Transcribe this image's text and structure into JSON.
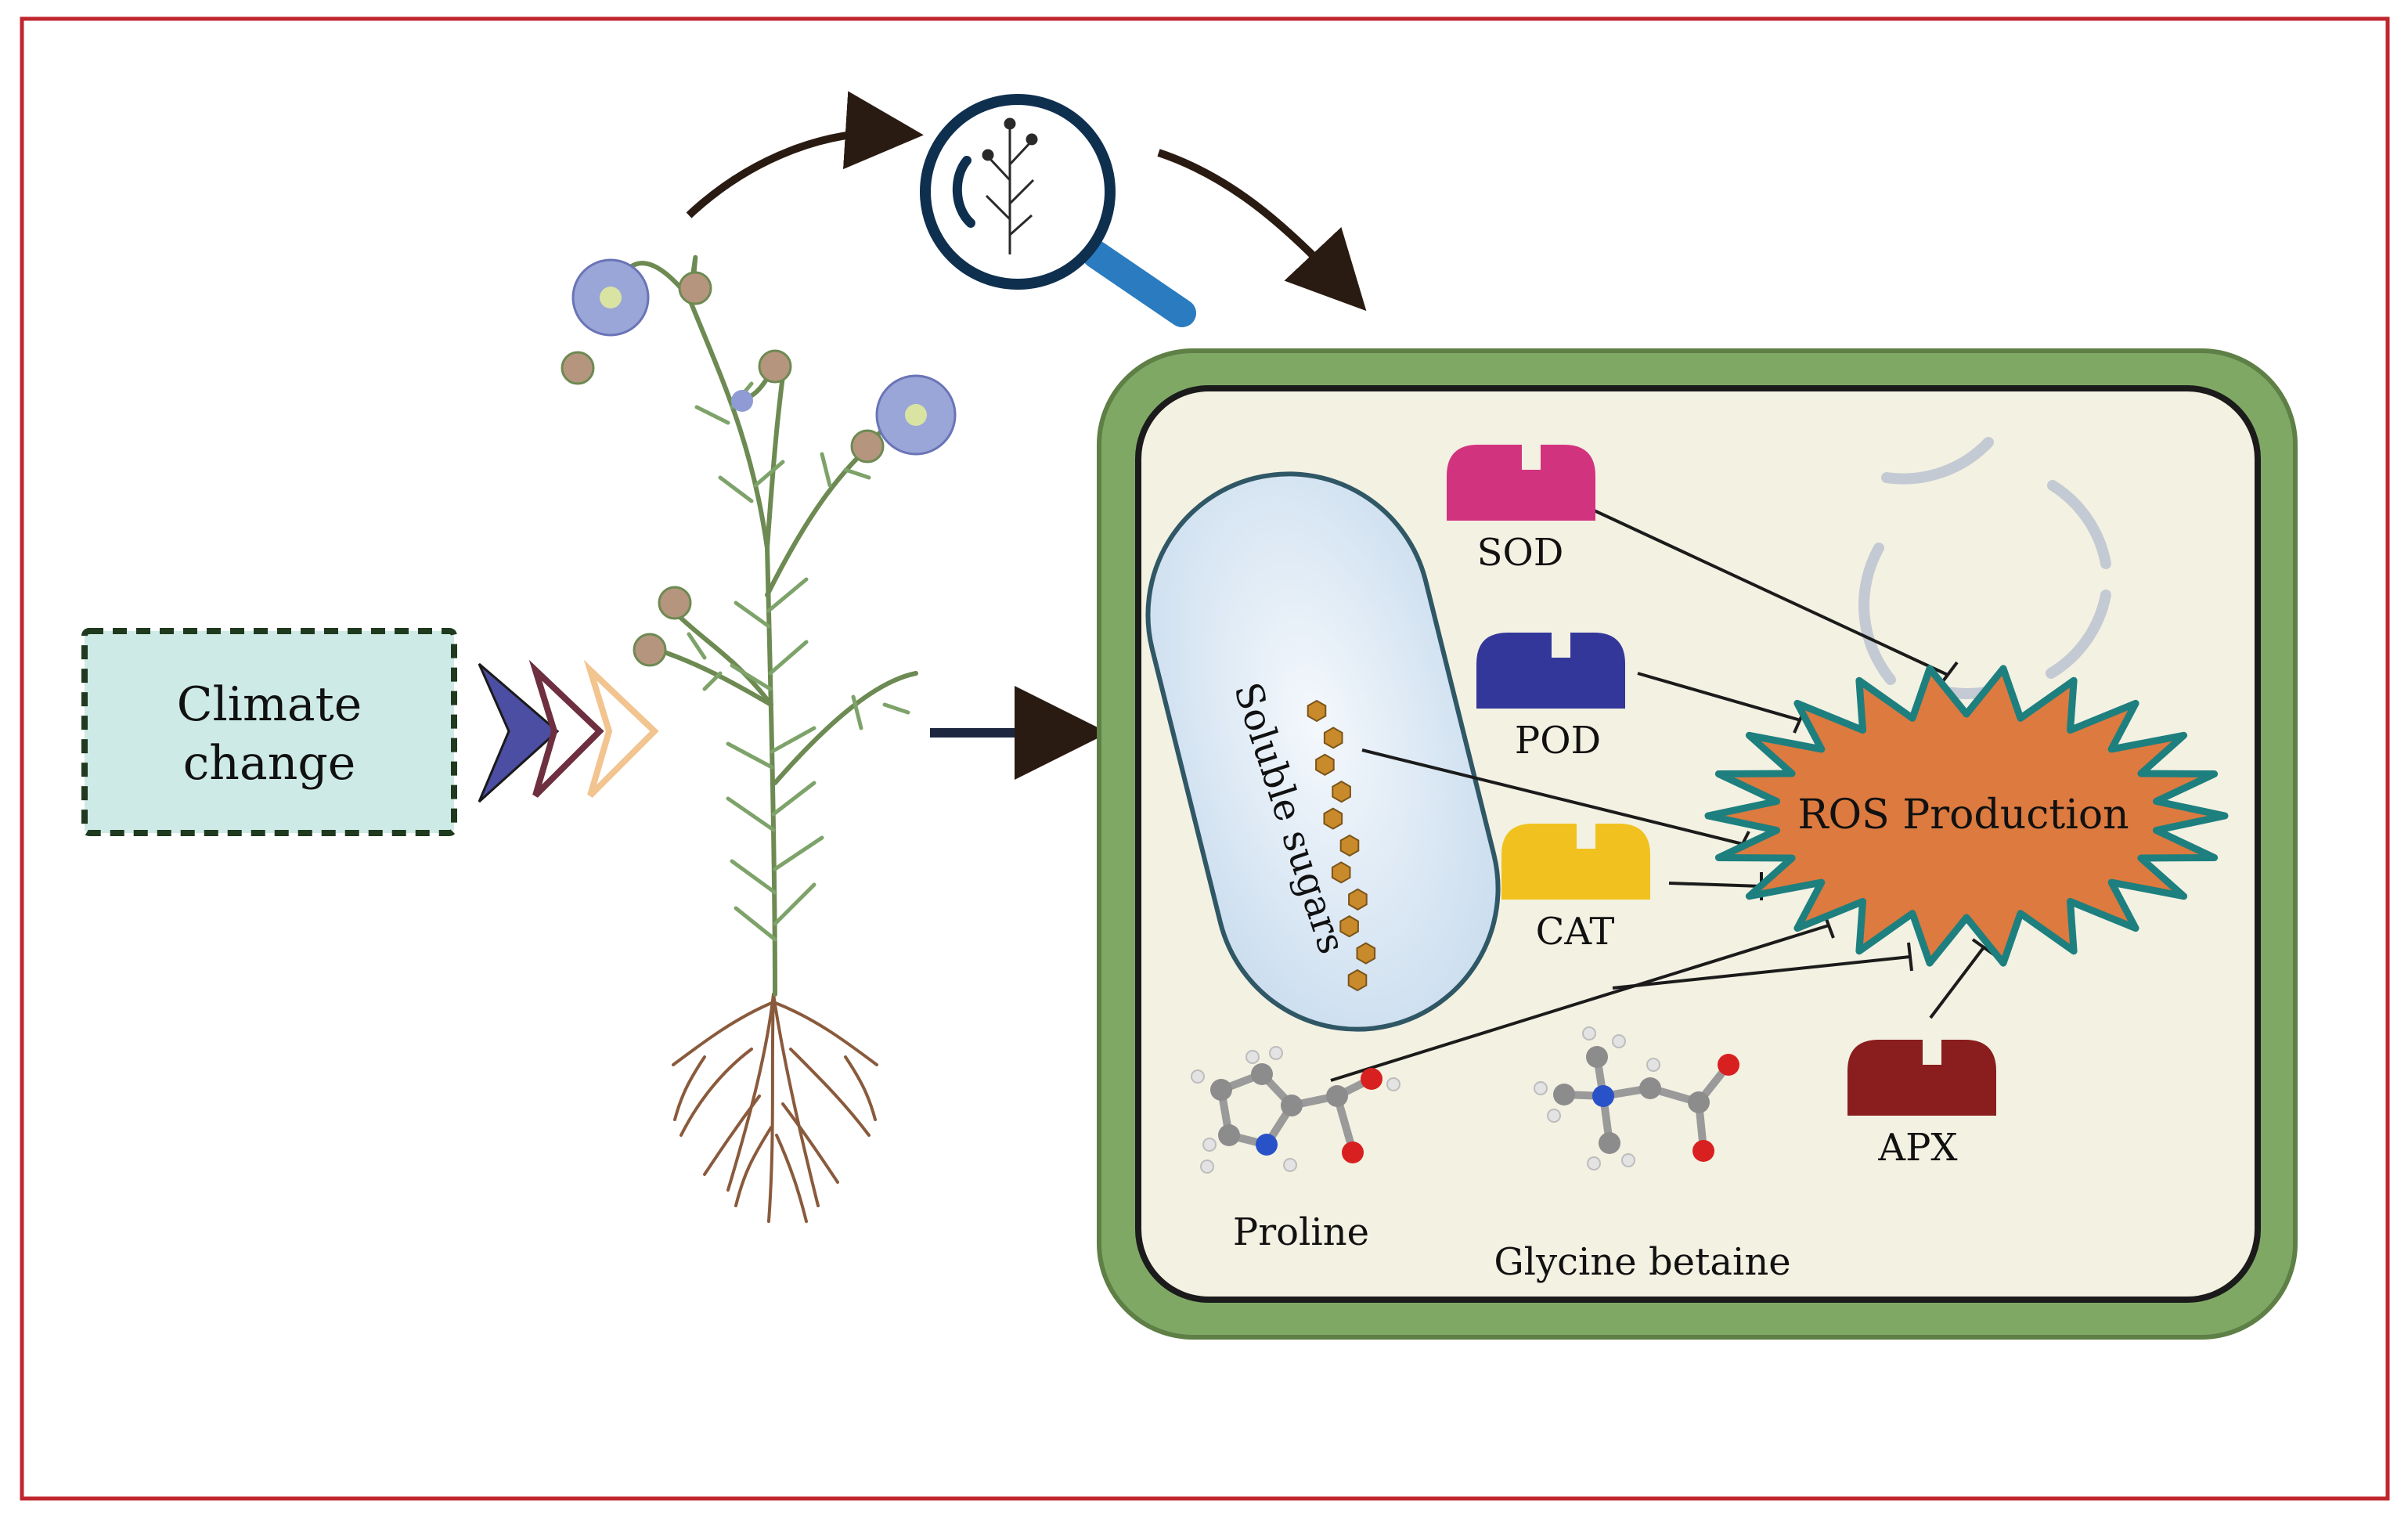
{
  "labels": {
    "climate": [
      "Climate",
      "change"
    ],
    "sod": "SOD",
    "pod": "POD",
    "cat": "CAT",
    "apx": "APX",
    "ros": "ROS Production",
    "sugars": "Soluble sugars",
    "proline": "Proline",
    "glycine": "Glycine betaine"
  },
  "colors": {
    "frame": "#c0262d",
    "climate_fill": "#cdeae6",
    "cell_wall": "#7fa865",
    "cytoplasm": "#f3f1e2",
    "sod": "#d2337f",
    "pod": "#33379a",
    "cat": "#f1c21f",
    "apx": "#8a1d1d",
    "ros_fill": "#dc7a3f",
    "ros_edge": "#1e7f7f",
    "vacuole": "#dbe9f4",
    "sugar_bead": "#c98a2c",
    "chevrons": [
      "#4b4ea3",
      "#6e2f40",
      "#f2c48f"
    ]
  },
  "icons": [
    "magnifier-icon",
    "flax-plant-icon",
    "chloroplast-icon",
    "proline-molecule-icon",
    "glycine-betaine-molecule-icon"
  ]
}
